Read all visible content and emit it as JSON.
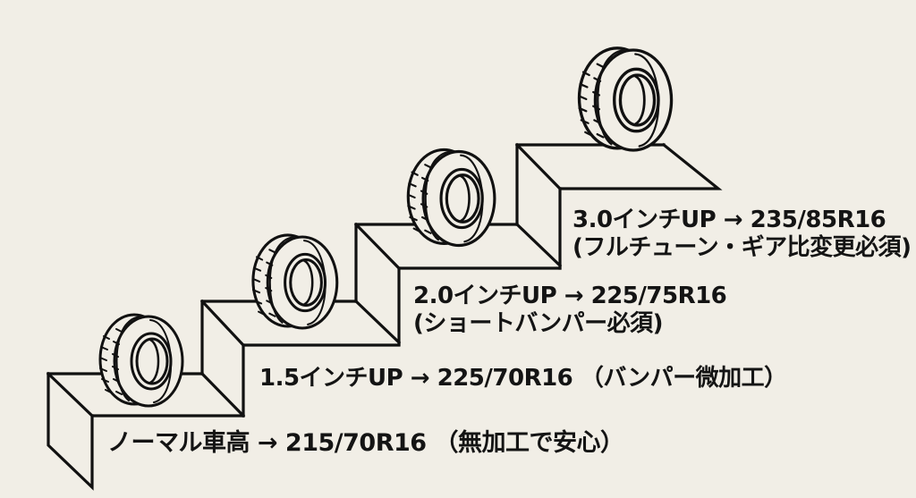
{
  "diagram": {
    "type": "staircase-tire-size-progression",
    "background_color": "#f1eee6",
    "line_color": "#111111",
    "steps": [
      {
        "lift": "ノーマル車高",
        "arrow": "→",
        "tire_size": "215/70R16",
        "note": "（無加工で安心）",
        "line1": "ノーマル車高 → 215/70R16 （無加工で安心）",
        "line2": ""
      },
      {
        "lift": "1.5インチUP",
        "arrow": "→",
        "tire_size": "225/70R16",
        "note": "（バンパー微加工）",
        "line1": "1.5インチUP → 225/70R16 （バンパー微加工）",
        "line2": ""
      },
      {
        "lift": "2.0インチUP",
        "arrow": "→",
        "tire_size": "225/75R16",
        "note": "(ショートバンパー必須)",
        "line1": "2.0インチUP → 225/75R16",
        "line2": "(ショートバンパー必須)"
      },
      {
        "lift": "3.0インチUP",
        "arrow": "→",
        "tire_size": "235/85R16",
        "note": "(フルチューン・ギア比変更必須)",
        "line1": "3.0インチUP → 235/85R16",
        "line2": "(フルチューン・ギア比変更必須)"
      }
    ],
    "icons": [
      "tire-icon",
      "tire-icon",
      "tire-icon",
      "tire-icon"
    ]
  }
}
